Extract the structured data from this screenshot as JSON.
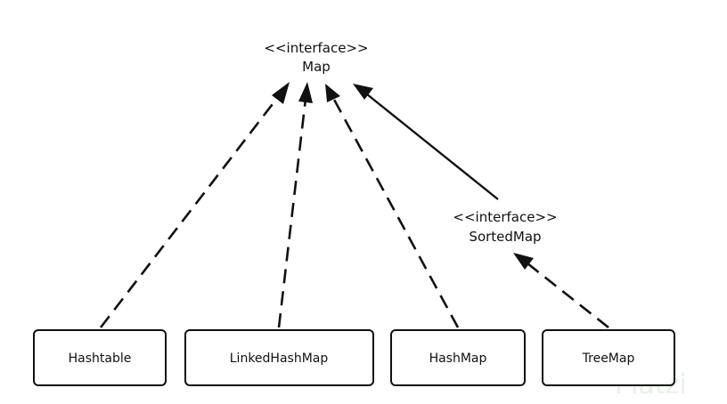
{
  "interfaces": {
    "map": {
      "stereotype": "<<interface>>",
      "name": "Map"
    },
    "sorted_map": {
      "stereotype": "<<interface>>",
      "name": "SortedMap"
    }
  },
  "classes": [
    {
      "name": "Hashtable"
    },
    {
      "name": "LinkedHashMap"
    },
    {
      "name": "HashMap"
    },
    {
      "name": "TreeMap"
    }
  ],
  "watermark": {
    "text": "Platzi",
    "color": "#e9f0e9"
  }
}
